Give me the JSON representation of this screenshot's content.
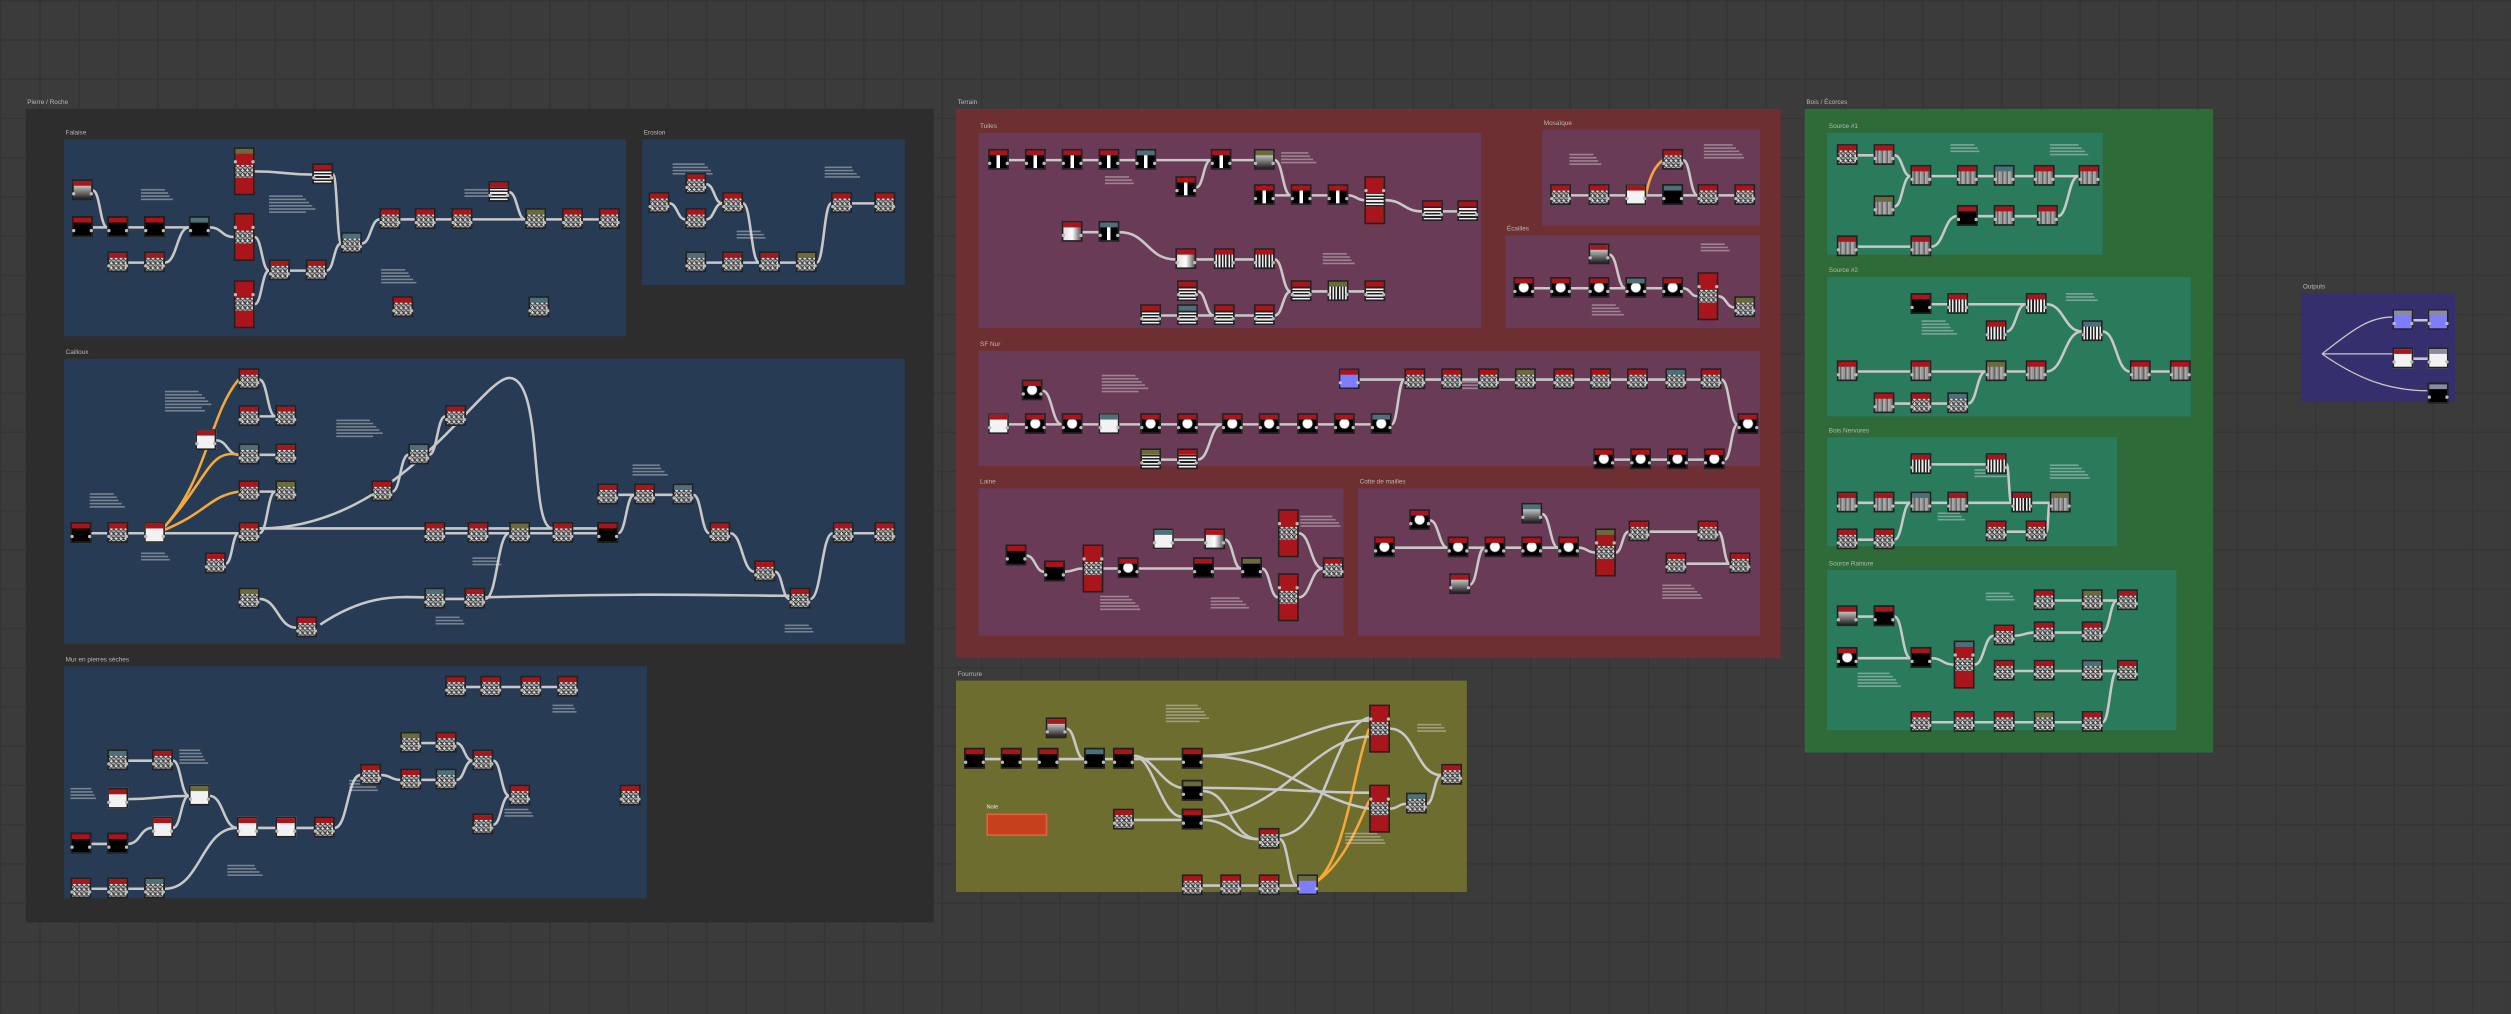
{
  "frames": {
    "pierre": "Pierre / Roche",
    "falaise": "Falaise",
    "erosion": "Erosion",
    "cailloux": "Cailloux",
    "mur": "Mur en pierres sèches",
    "terrain": "Terrain",
    "tuiles": "Tuiles",
    "mosaique": "Mosaïque",
    "ecailles": "Écailles",
    "sfnur": "SF Nur",
    "laine": "Laine",
    "cotte": "Cotte de mailles",
    "fourrure": "Fourrure",
    "bois": "Bois / Écorces",
    "source1": "Source #1",
    "source2": "Source #2",
    "nervures": "Bois Nervures",
    "rainure": "Source Rainure",
    "outputs": "Outputs"
  },
  "note": {
    "title": "Note"
  },
  "colors": {
    "wire": "#c8c8c8",
    "wire_highlight": "#f4a93a",
    "node_header": "#a8161b"
  }
}
